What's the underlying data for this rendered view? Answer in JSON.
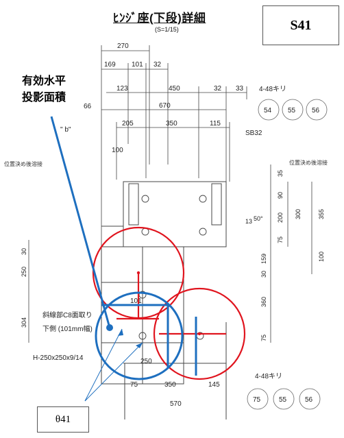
{
  "title": "ﾋﾝｼﾞ座(下段)詳細",
  "scale": "(S=1/15)",
  "tag_top_right": "S41",
  "tag_bottom_left": "θ41",
  "callout": {
    "line1": "有効水平",
    "line2": "投影面積"
  },
  "dims": {
    "d270": "270",
    "d169": "169",
    "d101": "101",
    "d32a": "32",
    "d123": "123",
    "d450": "450",
    "d32b": "32",
    "d33": "33",
    "d66": "66",
    "d670": "670",
    "d205": "205",
    "d350a": "350",
    "d115": "115",
    "d100": "100",
    "d35": "35",
    "d90": "90",
    "d200": "200",
    "d300": "300",
    "d355": "355",
    "d75a": "75",
    "d159": "159",
    "d100r": "100",
    "d30r": "30",
    "d360": "360",
    "d75b": "75",
    "d30l": "30",
    "d250l": "250",
    "d304": "304",
    "d101b": "101",
    "d250b": "250",
    "d75c": "75",
    "d350b": "350",
    "d145": "145",
    "d570": "570"
  },
  "notes": {
    "kiri_top": "4-48キリ",
    "kiri_bottom": "4-48キリ",
    "bolt_sb": "SB32",
    "b_mark": "\" b\"",
    "left_note": "位置決め後溶接",
    "right_note": "位置決め後溶接",
    "bevel": "斜線部C8面取り",
    "bevel2": "下側 (101mm幅)",
    "section": "H-250x250x9/14",
    "angle": "50°",
    "weld_13": "13"
  },
  "circled_top": [
    "54",
    "55",
    "56"
  ],
  "circled_bottom": [
    "75",
    "55",
    "56"
  ],
  "colors": {
    "red": "#e0141e",
    "blue": "#1e6fbf",
    "line": "#333333"
  }
}
